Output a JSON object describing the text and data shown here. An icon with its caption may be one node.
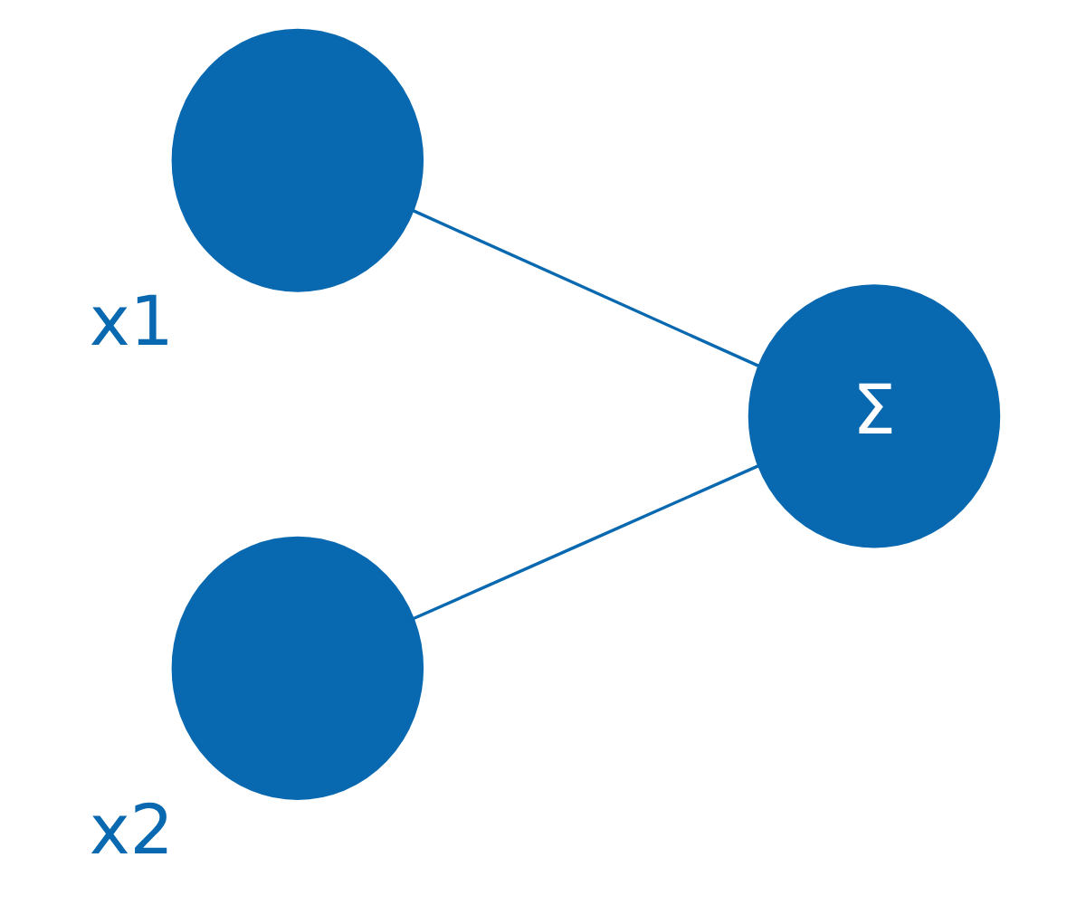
{
  "diagram": {
    "nodes": [
      {
        "text": [],
        "shape": "circle",
        "beside": [
          "x1"
        ]
      },
      {
        "text": [],
        "shape": "circle",
        "beside": [
          "x2"
        ]
      },
      {
        "text": [
          "Σ"
        ]
      }
    ],
    "edges": [
      {
        "from": 0,
        "to": 2,
        "arrow": "none"
      },
      {
        "from": 1,
        "to": 2,
        "arrow": "none"
      }
    ]
  }
}
